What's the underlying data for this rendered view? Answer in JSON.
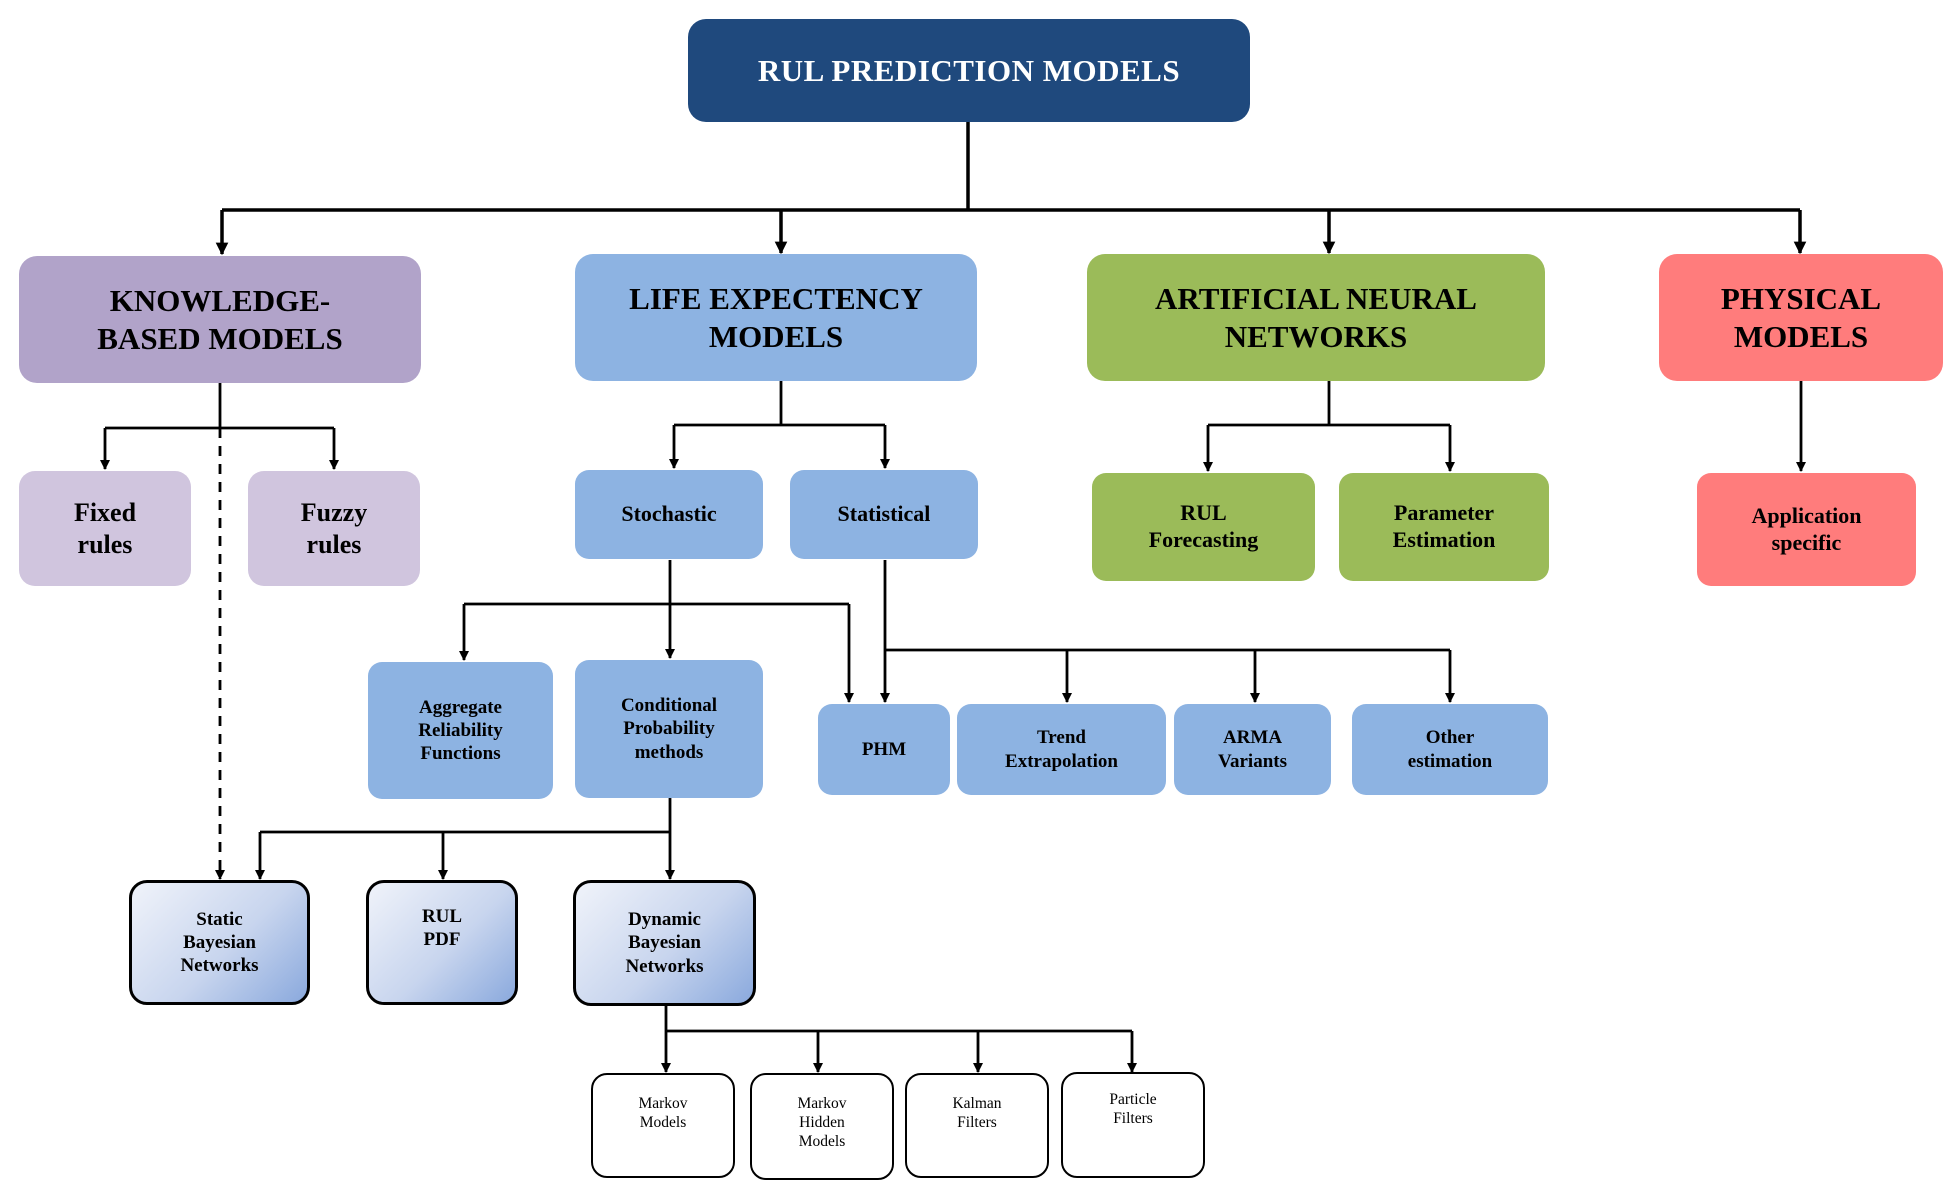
{
  "root": {
    "label": "RUL PREDICTION MODELS"
  },
  "categories": {
    "knowledge": {
      "label": "KNOWLEDGE-\nBASED MODELS",
      "children": {
        "fixed": "Fixed\nrules",
        "fuzzy": "Fuzzy\nrules"
      }
    },
    "life": {
      "label": "LIFE EXPECTENCY\nMODELS",
      "children": {
        "stochastic": "Stochastic",
        "statistical": "Statistical",
        "aggregate": "Aggregate\nReliability\nFunctions",
        "conditional": "Conditional\nProbability\nmethods",
        "phm": "PHM",
        "trend": "Trend\nExtrapolation",
        "arma": "ARMA\nVariants",
        "other": "Other\nestimation"
      }
    },
    "ann": {
      "label": "ARTIFICIAL NEURAL\nNETWORKS",
      "children": {
        "rul_forecasting": "RUL\nForecasting",
        "parameter_estimation": "Parameter\nEstimation"
      }
    },
    "physical": {
      "label": "PHYSICAL\nMODELS",
      "children": {
        "application_specific": "Application\nspecific"
      }
    }
  },
  "bayesian": {
    "static": "Static\nBayesian\nNetworks",
    "rul_pdf": "RUL\nPDF",
    "dynamic": "Dynamic\nBayesian\nNetworks"
  },
  "dynamic_children": {
    "markov": "Markov\nModels",
    "hidden_markov": "Markov\nHidden\nModels",
    "kalman": "Kalman\nFilters",
    "particle": "Particle\nFilters"
  },
  "colors": {
    "root": "#1f497d",
    "knowledge": "#b1a3c9",
    "knowledge_sub": "#d0c5de",
    "life": "#8db3e2",
    "ann": "#9bbb59",
    "physical": "#ff7c7c"
  }
}
